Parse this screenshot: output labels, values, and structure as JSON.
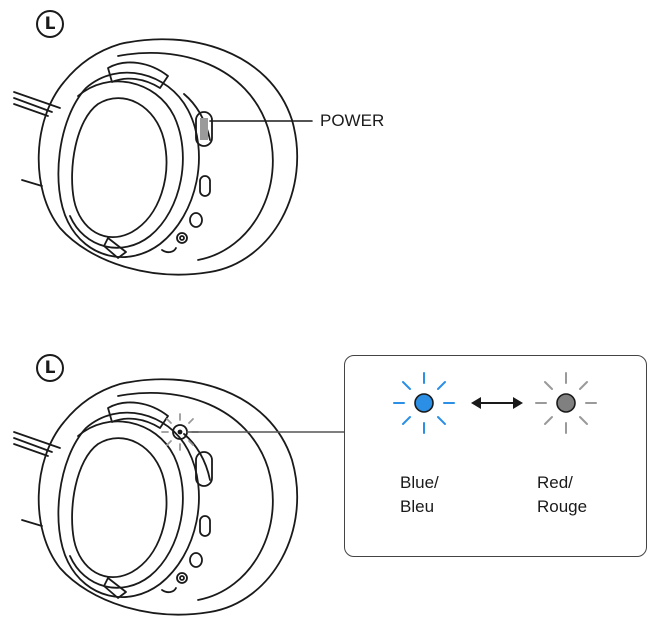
{
  "top": {
    "side_badge": "L",
    "power_label": "POWER"
  },
  "bottom": {
    "side_badge": "L",
    "indicator": {
      "left_color": "#2b8fe6",
      "left_caption_line1": "Blue/",
      "left_caption_line2": "Bleu",
      "right_color": "#808080",
      "right_caption_line1": "Red/",
      "right_caption_line2": "Rouge"
    }
  },
  "icons": [
    "headphone-earcup-illustration",
    "blinking-light-icon",
    "double-arrow-icon"
  ]
}
